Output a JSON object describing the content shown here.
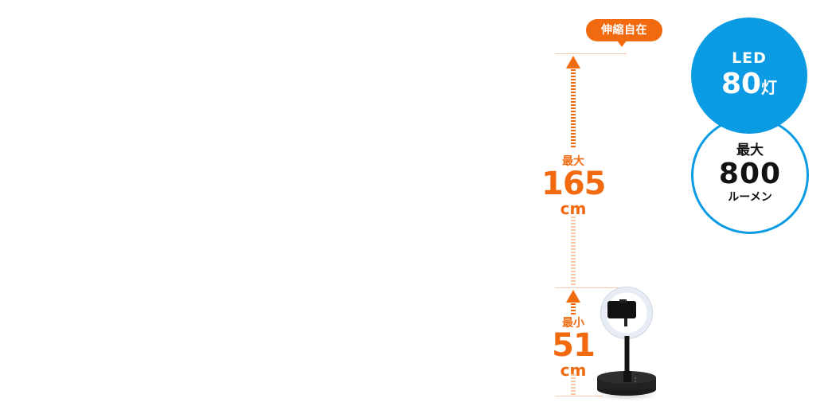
{
  "badge": {
    "label": "伸縮自在"
  },
  "max_height": {
    "label": "最大",
    "value": "165",
    "unit": "cm"
  },
  "min_height": {
    "label": "最小",
    "value": "51",
    "unit": "cm"
  },
  "led": {
    "label": "LED",
    "count": "80",
    "count_unit": "灯"
  },
  "lumen": {
    "label": "最大",
    "value": "800",
    "unit": "ルーメン"
  },
  "colors": {
    "accent_orange": "#f26a10",
    "accent_blue": "#0a9be3"
  },
  "product": {
    "name": "ring-light-stand"
  }
}
